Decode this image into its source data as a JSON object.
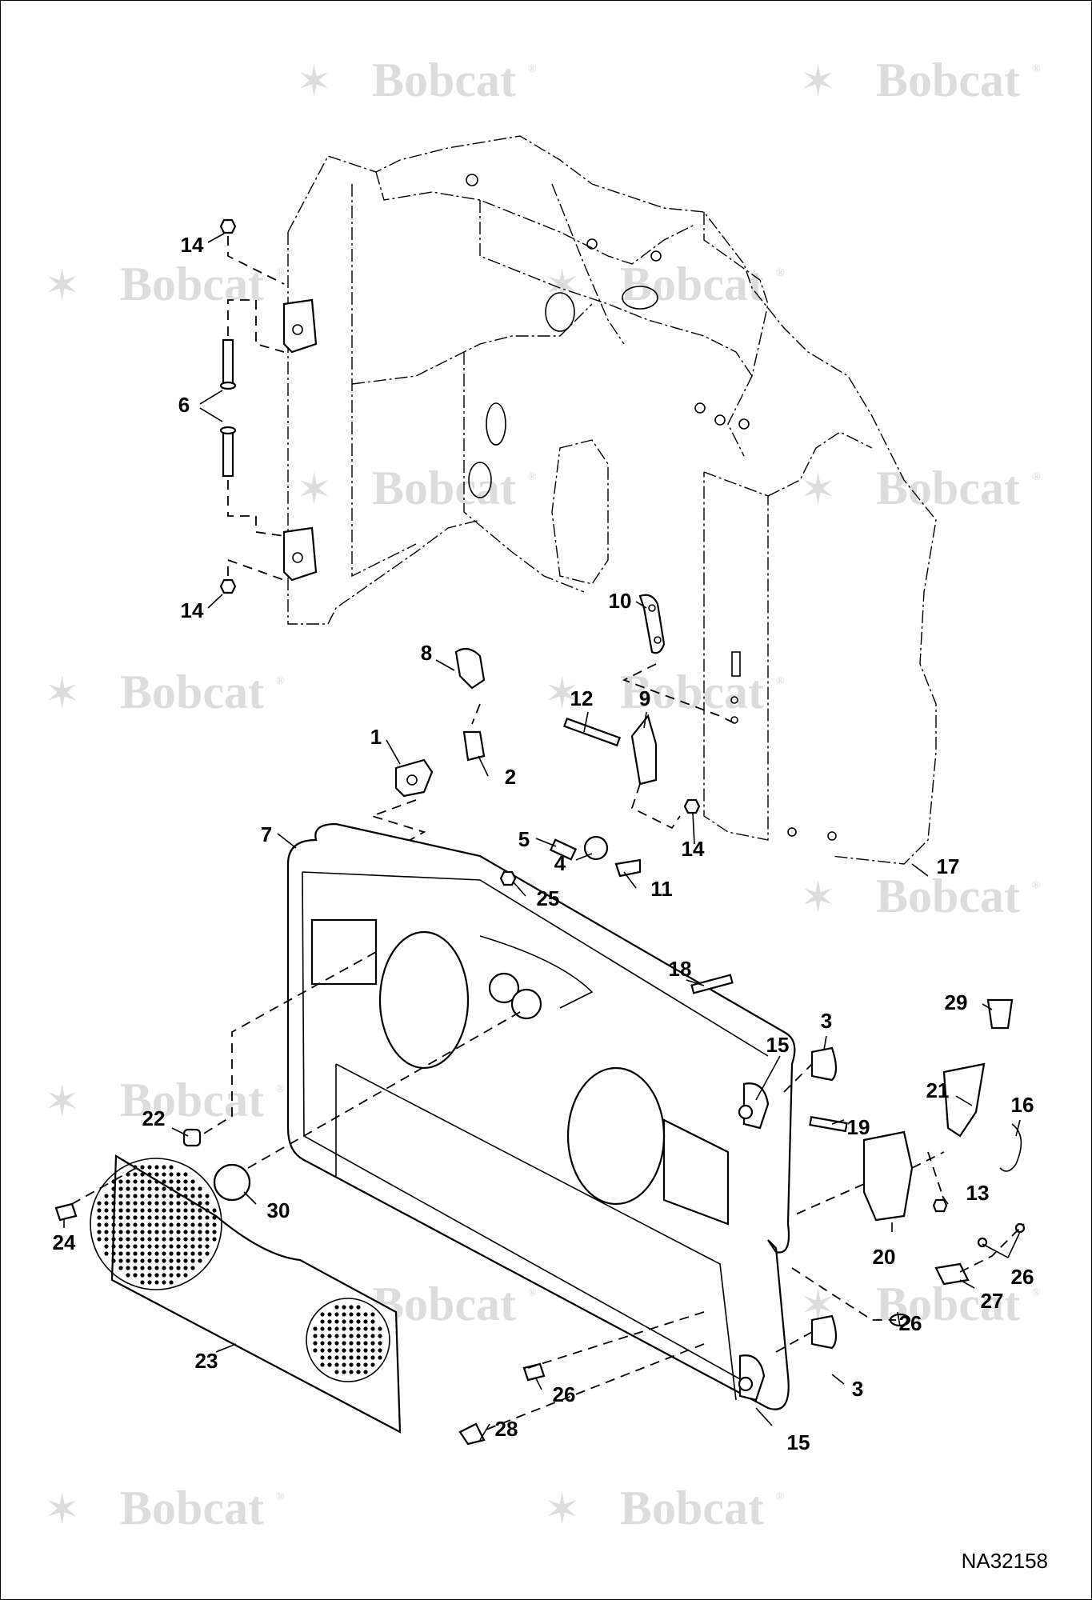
{
  "watermark": {
    "brand": "Bobcat",
    "mark": "®"
  },
  "figure_id": "NA32158",
  "callouts": [
    {
      "label": "14"
    },
    {
      "label": "6"
    },
    {
      "label": "14"
    },
    {
      "label": "10"
    },
    {
      "label": "8"
    },
    {
      "label": "12"
    },
    {
      "label": "9"
    },
    {
      "label": "1"
    },
    {
      "label": "2"
    },
    {
      "label": "5"
    },
    {
      "label": "4"
    },
    {
      "label": "14"
    },
    {
      "label": "11"
    },
    {
      "label": "7"
    },
    {
      "label": "17"
    },
    {
      "label": "25"
    },
    {
      "label": "18"
    },
    {
      "label": "3"
    },
    {
      "label": "29"
    },
    {
      "label": "15"
    },
    {
      "label": "21"
    },
    {
      "label": "16"
    },
    {
      "label": "22"
    },
    {
      "label": "19"
    },
    {
      "label": "13"
    },
    {
      "label": "30"
    },
    {
      "label": "24"
    },
    {
      "label": "20"
    },
    {
      "label": "26"
    },
    {
      "label": "27"
    },
    {
      "label": "26"
    },
    {
      "label": "23"
    },
    {
      "label": "3"
    },
    {
      "label": "26"
    },
    {
      "label": "28"
    },
    {
      "label": "15"
    }
  ]
}
